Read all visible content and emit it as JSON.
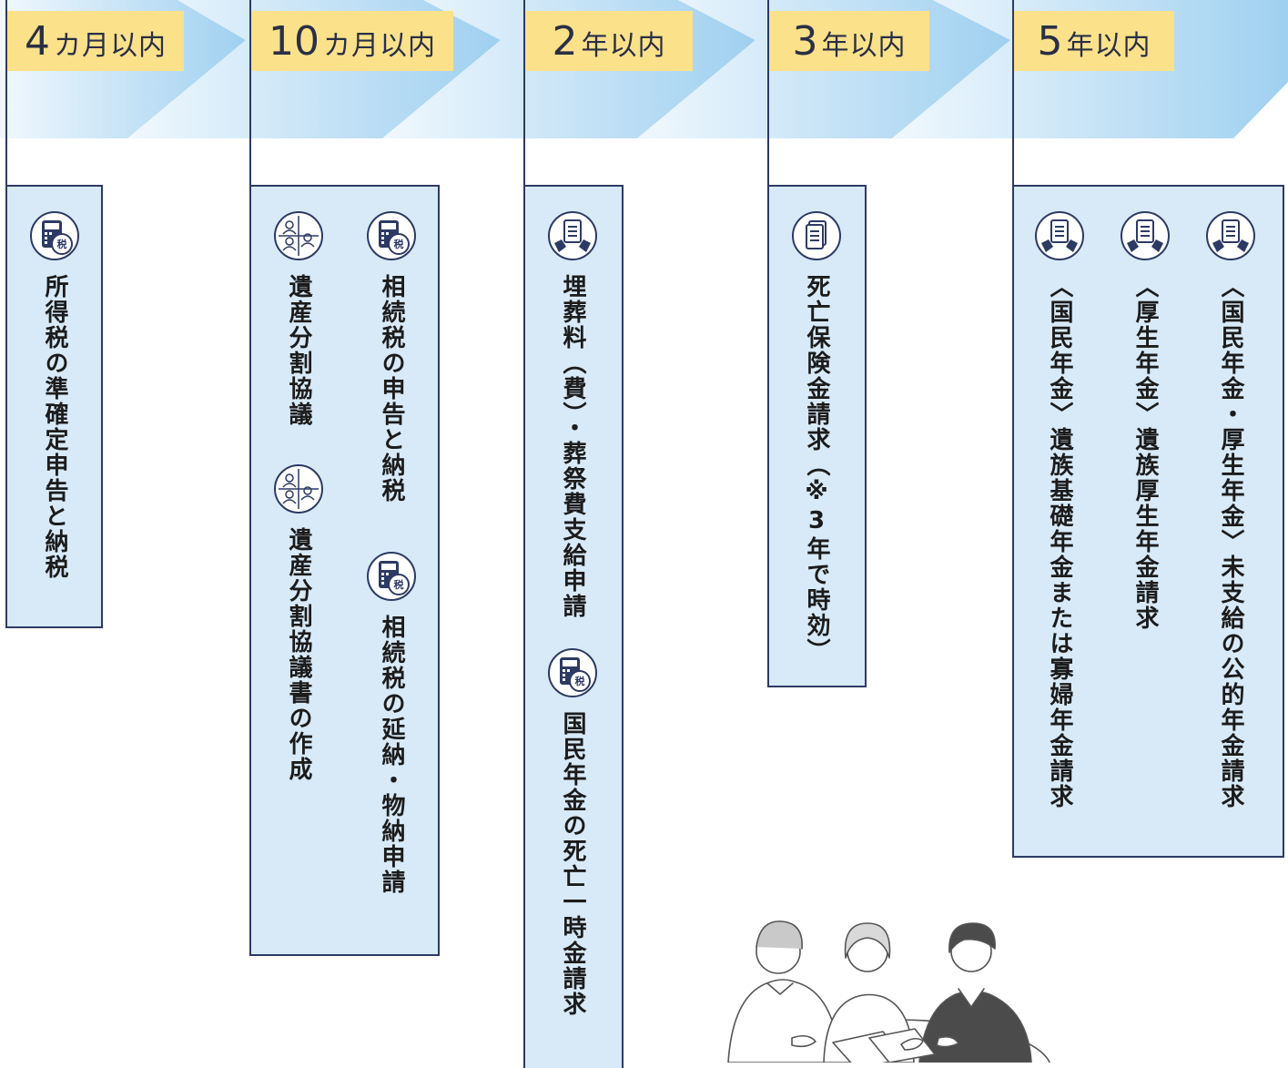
{
  "periods": [
    {
      "num": "4",
      "unit": "カ月以内"
    },
    {
      "num": "10",
      "unit": "カ月以内"
    },
    {
      "num": "2",
      "unit": "年以内"
    },
    {
      "num": "3",
      "unit": "年以内"
    },
    {
      "num": "5",
      "unit": "年以内"
    }
  ],
  "tasks": {
    "t1": "所得税の準確定申告と納税",
    "t2a": "相続税の申告と納税",
    "t2b": "遺産分割協議",
    "t2c": "相続税の延納・物納申請",
    "t2d": "遺産分割協議書の作成",
    "t3a": "埋葬料（費）・葬祭費支給申請",
    "t3b": "国民年金の死亡一時金請求",
    "t4": "死亡保険金請求（※3年で時効）",
    "t5a": "〈国民年金・厚生年金〉未支給の公的年金請求",
    "t5b": "〈厚生年金〉遺族厚生年金請求",
    "t5c": "〈国民年金〉遺族基礎年金または寡婦年金請求"
  },
  "icons": {
    "tax": "tax-calculator-icon",
    "people": "people-meeting-icon",
    "document": "document-hand-icon",
    "paper": "paper-stack-icon",
    "illustration": "family-consultation-illustration"
  },
  "colors": {
    "accent_yellow": "#fbe18a",
    "box_fill": "#d8eaf8",
    "line": "#2d3a63",
    "arrow_light": "#e3f1fb",
    "arrow_dark": "#9fd0f0"
  }
}
